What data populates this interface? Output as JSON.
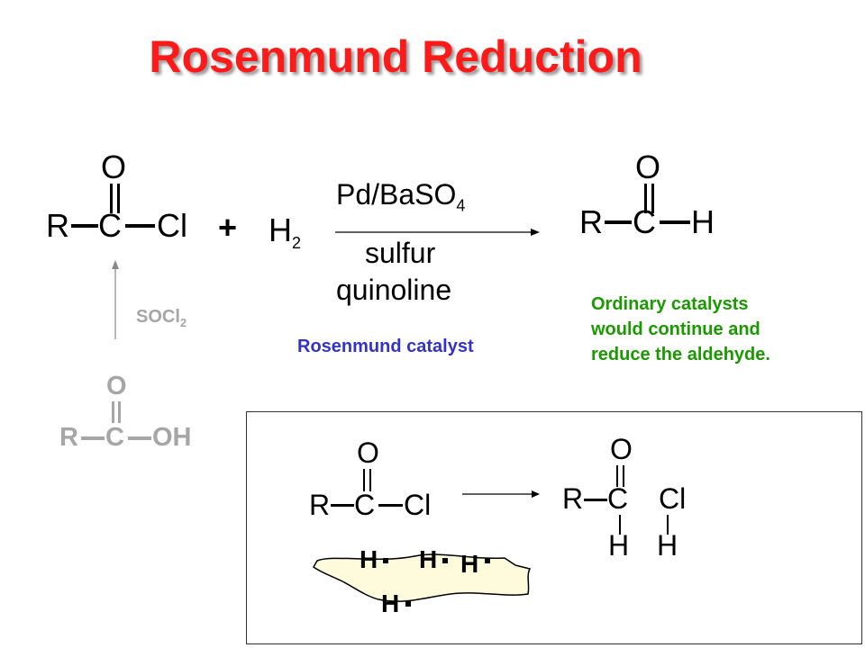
{
  "title": "Rosenmund Reduction",
  "reactant": {
    "o": "O",
    "r": "R",
    "c": "C",
    "cl": "Cl"
  },
  "plus": "+",
  "h2": {
    "h": "H",
    "sub": "2"
  },
  "reagents": {
    "above_prefix": "Pd/BaSO",
    "above_sub": "4",
    "below_line1": "sulfur",
    "below_line2": "quinoline"
  },
  "product": {
    "o": "O",
    "r": "R",
    "c": "C",
    "h": "H"
  },
  "precursor": {
    "o": "O",
    "r": "R",
    "c": "C",
    "oh": "OH"
  },
  "socl2": {
    "prefix": "SOCl",
    "sub": "2"
  },
  "catalyst_label": "Rosenmund catalyst",
  "note_lines": [
    "Ordinary catalysts",
    "would continue and",
    "reduce the aldehyde."
  ],
  "mechanism": {
    "reactant": {
      "o": "O",
      "r": "R",
      "c": "C",
      "cl": "Cl"
    },
    "product": {
      "o": "O",
      "r": "R",
      "c": "C",
      "cl": "Cl",
      "h1": "H",
      "h2": "H"
    },
    "surface_h": [
      "H",
      "H",
      "H",
      "H"
    ]
  },
  "colors": {
    "title": "#ff1a1a",
    "catalyst_label": "#3333cc",
    "note": "#1a9900",
    "gray": "#a6a6a6",
    "surface": "#fdfbdc"
  }
}
